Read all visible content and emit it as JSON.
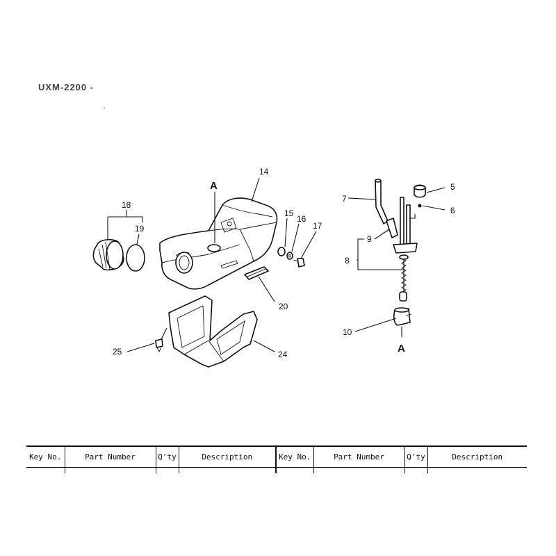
{
  "header": {
    "code": "UXM-2200 -"
  },
  "diagram": {
    "marker_a_top": "A",
    "marker_a_bottom": "A",
    "callouts": {
      "c5": "5",
      "c6": "6",
      "c7": "7",
      "c8": "8",
      "c9": "9",
      "c10": "10",
      "c14": "14",
      "c15": "15",
      "c16": "16",
      "c17": "17",
      "c18": "18",
      "c19": "19",
      "c20": "20",
      "c24": "24",
      "c25": "25"
    }
  },
  "table": {
    "headers": [
      "Key No.",
      "Part Number",
      "Q'ty",
      "Description",
      "Key No.",
      "Part Number",
      "Q'ty",
      "Description"
    ]
  }
}
